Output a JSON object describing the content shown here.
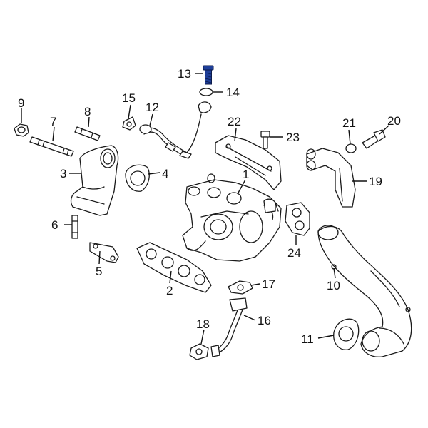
{
  "diagram": {
    "highlight_color": "#1f3f99",
    "callouts": [
      {
        "id": "1",
        "label": "1"
      },
      {
        "id": "2",
        "label": "2"
      },
      {
        "id": "3",
        "label": "3"
      },
      {
        "id": "4",
        "label": "4"
      },
      {
        "id": "5",
        "label": "5"
      },
      {
        "id": "6",
        "label": "6"
      },
      {
        "id": "7",
        "label": "7"
      },
      {
        "id": "8",
        "label": "8"
      },
      {
        "id": "9",
        "label": "9"
      },
      {
        "id": "10",
        "label": "10"
      },
      {
        "id": "11",
        "label": "11"
      },
      {
        "id": "12",
        "label": "12"
      },
      {
        "id": "13",
        "label": "13"
      },
      {
        "id": "14",
        "label": "14"
      },
      {
        "id": "15",
        "label": "15"
      },
      {
        "id": "16",
        "label": "16"
      },
      {
        "id": "17",
        "label": "17"
      },
      {
        "id": "18",
        "label": "18"
      },
      {
        "id": "19",
        "label": "19"
      },
      {
        "id": "20",
        "label": "20"
      },
      {
        "id": "21",
        "label": "21"
      },
      {
        "id": "22",
        "label": "22"
      },
      {
        "id": "23",
        "label": "23"
      },
      {
        "id": "24",
        "label": "24"
      }
    ]
  }
}
